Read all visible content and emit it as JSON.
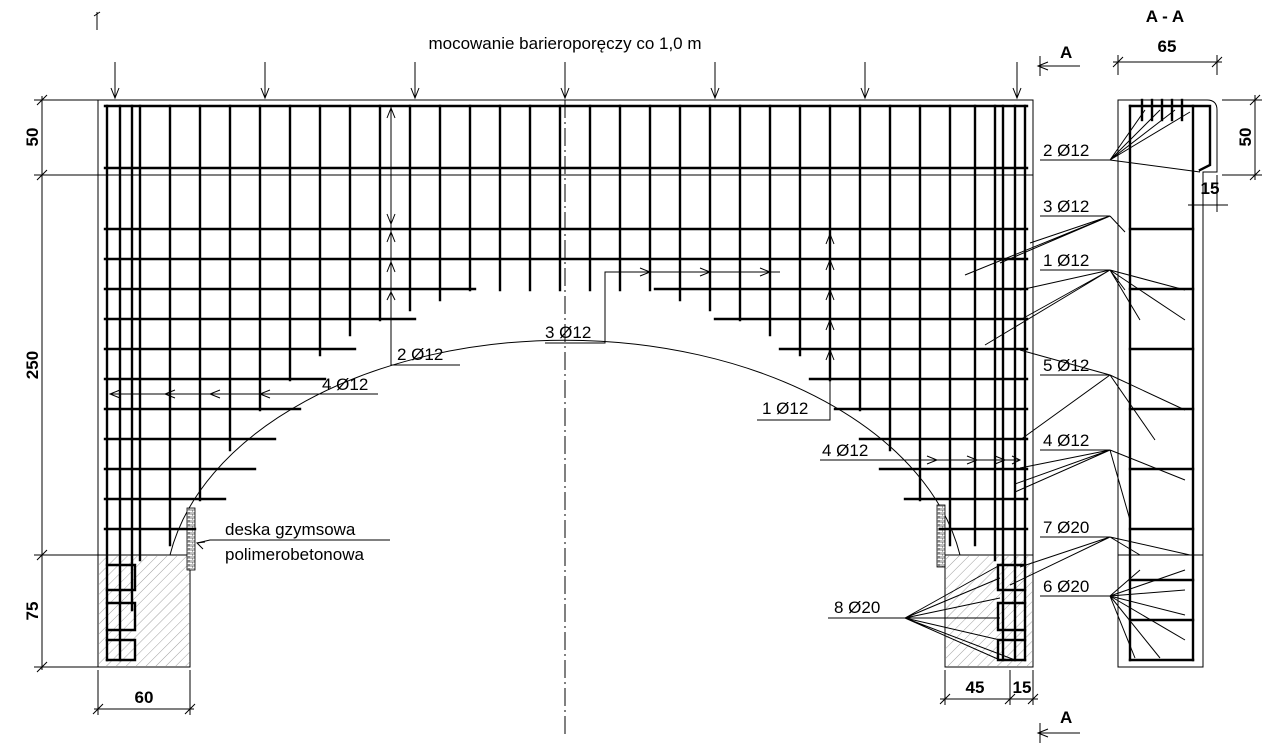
{
  "top_note": "mocowanie barieroporęczy co 1,0 m",
  "section": {
    "title": "A - A",
    "width_dim": "65",
    "dim_top": "50",
    "dim_hook": "15"
  },
  "section_marks": {
    "top": "A",
    "bottom": "A"
  },
  "dims_left": {
    "top": "50",
    "mid": "250",
    "bottom": "75"
  },
  "dims_bottom": {
    "left": "60",
    "right_a": "45",
    "right_b": "15"
  },
  "cornice_label": {
    "line1": "deska gzymsowa",
    "line2": "polimerobetonowa"
  },
  "labels_elev": {
    "l2": "2 Ø12",
    "l3": "3 Ø12",
    "l4_left": "4 Ø12",
    "l1": "1 Ø12",
    "l4_right": "4 Ø12",
    "l8": "8 Ø20"
  },
  "labels_side": {
    "s2": "2 Ø12",
    "s3": "3 Ø12",
    "s1": "1 Ø12",
    "s5": "5 Ø12",
    "s4": "4 Ø12",
    "s7": "7 Ø20",
    "s6": "6 Ø20"
  }
}
